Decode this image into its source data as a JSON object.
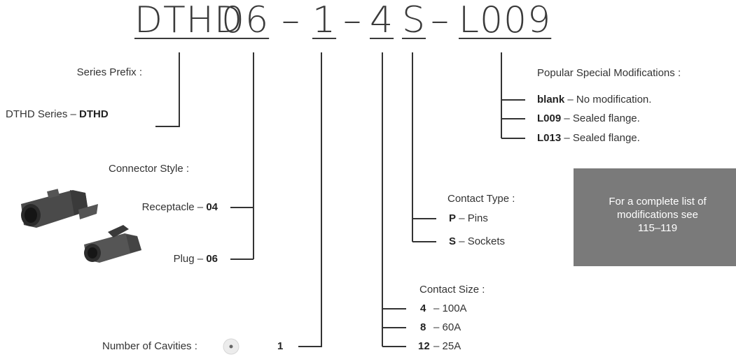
{
  "part_number": {
    "series": "DTHD",
    "style": "06",
    "dash1": "–",
    "cavities": "1",
    "dash2": "–",
    "size": "4",
    "type": "S",
    "dash3": "–",
    "modification": "L009"
  },
  "series_prefix": {
    "heading": "Series Prefix :",
    "item_text": "DTHD Series –",
    "item_code": "DTHD"
  },
  "connector_style": {
    "heading": "Connector Style :",
    "receptacle_text": "Receptacle –",
    "receptacle_code": "04",
    "plug_text": "Plug –",
    "plug_code": "06"
  },
  "cavities": {
    "heading": "Number of Cavities :",
    "code": "1"
  },
  "contact_type": {
    "heading": "Contact Type :",
    "items": [
      {
        "code": "P",
        "text": "– Pins"
      },
      {
        "code": "S",
        "text": "– Sockets"
      }
    ]
  },
  "contact_size": {
    "heading": "Contact Size :",
    "items": [
      {
        "code": "4",
        "text": "– 100A"
      },
      {
        "code": "8",
        "text": "– 60A"
      },
      {
        "code": "12",
        "text": "– 25A"
      }
    ]
  },
  "modifications": {
    "heading": "Popular Special Modifications :",
    "items": [
      {
        "code": "blank",
        "text": "– No modification."
      },
      {
        "code": "L009",
        "text": "– Sealed flange."
      },
      {
        "code": "L013",
        "text": "– Sealed flange."
      }
    ]
  },
  "note": {
    "line1": "For a complete list of",
    "line2": "modifications see",
    "line3": "115–119"
  },
  "colors": {
    "text": "#333333",
    "lines": "#333333",
    "note_bg": "#7a7a7a",
    "note_text": "#ffffff"
  }
}
